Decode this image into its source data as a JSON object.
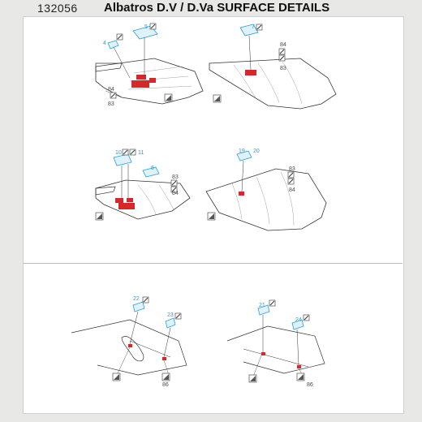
{
  "header": {
    "code": "132056",
    "title": "Albatros D.V / D.Va  SURFACE DETAILS"
  },
  "panels": [
    {
      "parts": [
        "4",
        "5"
      ],
      "refs": [
        "84",
        "83"
      ]
    },
    {
      "parts": [
        "7"
      ],
      "refs": [
        "84",
        "83"
      ]
    },
    {
      "parts": [
        "10",
        "11",
        "6"
      ],
      "refs": [
        "83",
        "84"
      ]
    },
    {
      "parts": [
        "19",
        "20"
      ],
      "refs": [
        "83",
        "84"
      ]
    },
    {
      "parts": [
        "22",
        "23"
      ],
      "refs": [
        "86"
      ]
    },
    {
      "parts": [
        "21",
        "24"
      ],
      "refs": [
        "86"
      ]
    }
  ],
  "colors": {
    "part_outline": "#2a9fd6",
    "part_fill": "#dff1fb",
    "mount_red": "#d62828",
    "line": "#333333"
  }
}
